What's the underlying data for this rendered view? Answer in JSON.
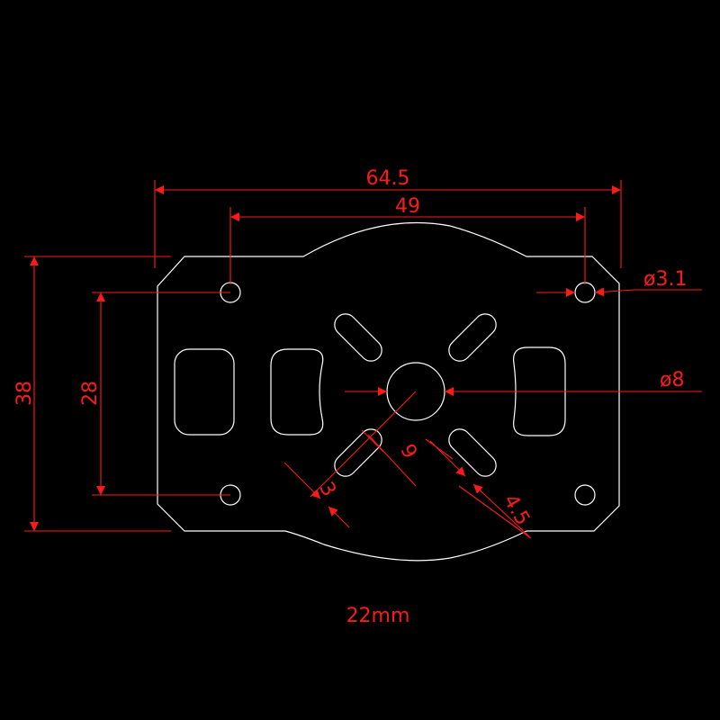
{
  "drawing": {
    "dimensions": {
      "overall_width": "64.5",
      "hole_spacing_x": "49",
      "overall_height": "38",
      "hole_spacing_y": "28",
      "mount_hole_dia": "ø3.1",
      "center_hole_dia": "ø8",
      "slot_width": "3",
      "slot_radius": "9",
      "slot_spacing": "4.5"
    },
    "caption": "22mm"
  },
  "colors": {
    "background": "#000000",
    "outline": "#ffffff",
    "dimension": "#ff1a1a"
  }
}
